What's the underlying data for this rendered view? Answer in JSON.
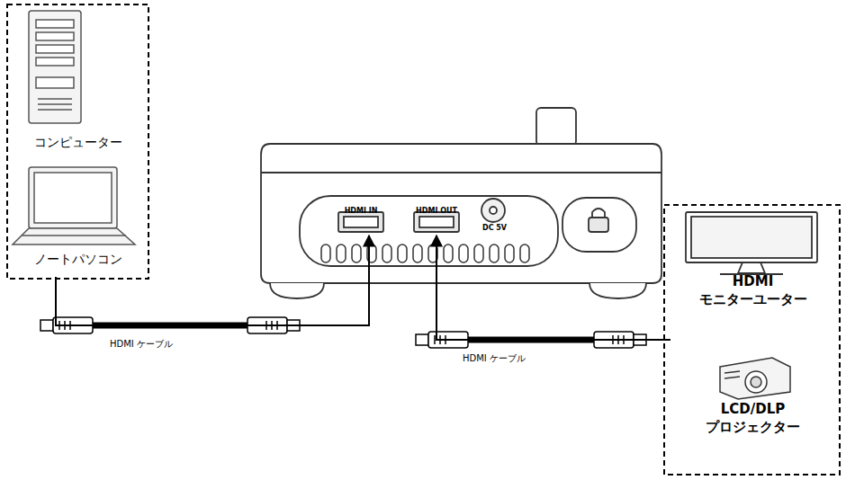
{
  "diagram": {
    "nodes": [
      {
        "text": [
          "コンピューター"
        ]
      },
      {
        "text": [
          "ノートパソコン"
        ]
      },
      {
        "text": [
          "HDMI IN"
        ]
      },
      {
        "text": [
          "HDMI OUT"
        ]
      },
      {
        "text": [
          "HDMI モニターユーター"
        ]
      },
      {
        "text": [
          "LCD/DLP プロジェクター"
        ]
      }
    ],
    "edges": [
      {
        "from": 1,
        "to": 2,
        "arrow": "to",
        "label": "HDMI ケーブル"
      },
      {
        "from": 4,
        "to": 3,
        "arrow": "to",
        "label": "HDMI ケーブル"
      }
    ],
    "labels": [
      "DC 5V"
    ]
  }
}
